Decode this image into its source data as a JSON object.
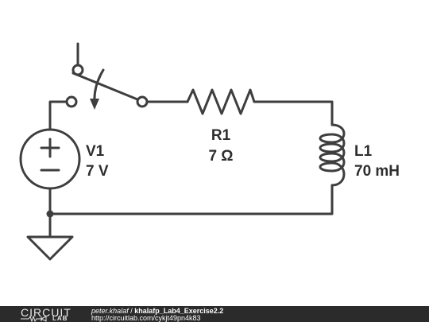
{
  "components": {
    "source": {
      "name": "V1",
      "value": "7 V"
    },
    "resistor": {
      "name": "R1",
      "value": "7 Ω"
    },
    "inductor": {
      "name": "L1",
      "value": "70 mH"
    }
  },
  "footer": {
    "logo_circuit": "CIRCUIT",
    "logo_lab": "LAB",
    "user": "peter.khalaf",
    "separator": " / ",
    "project": "khalafp_Lab4_Exercise2.2",
    "url": "http://circuitlab.com/cykjt49pn4k83"
  }
}
